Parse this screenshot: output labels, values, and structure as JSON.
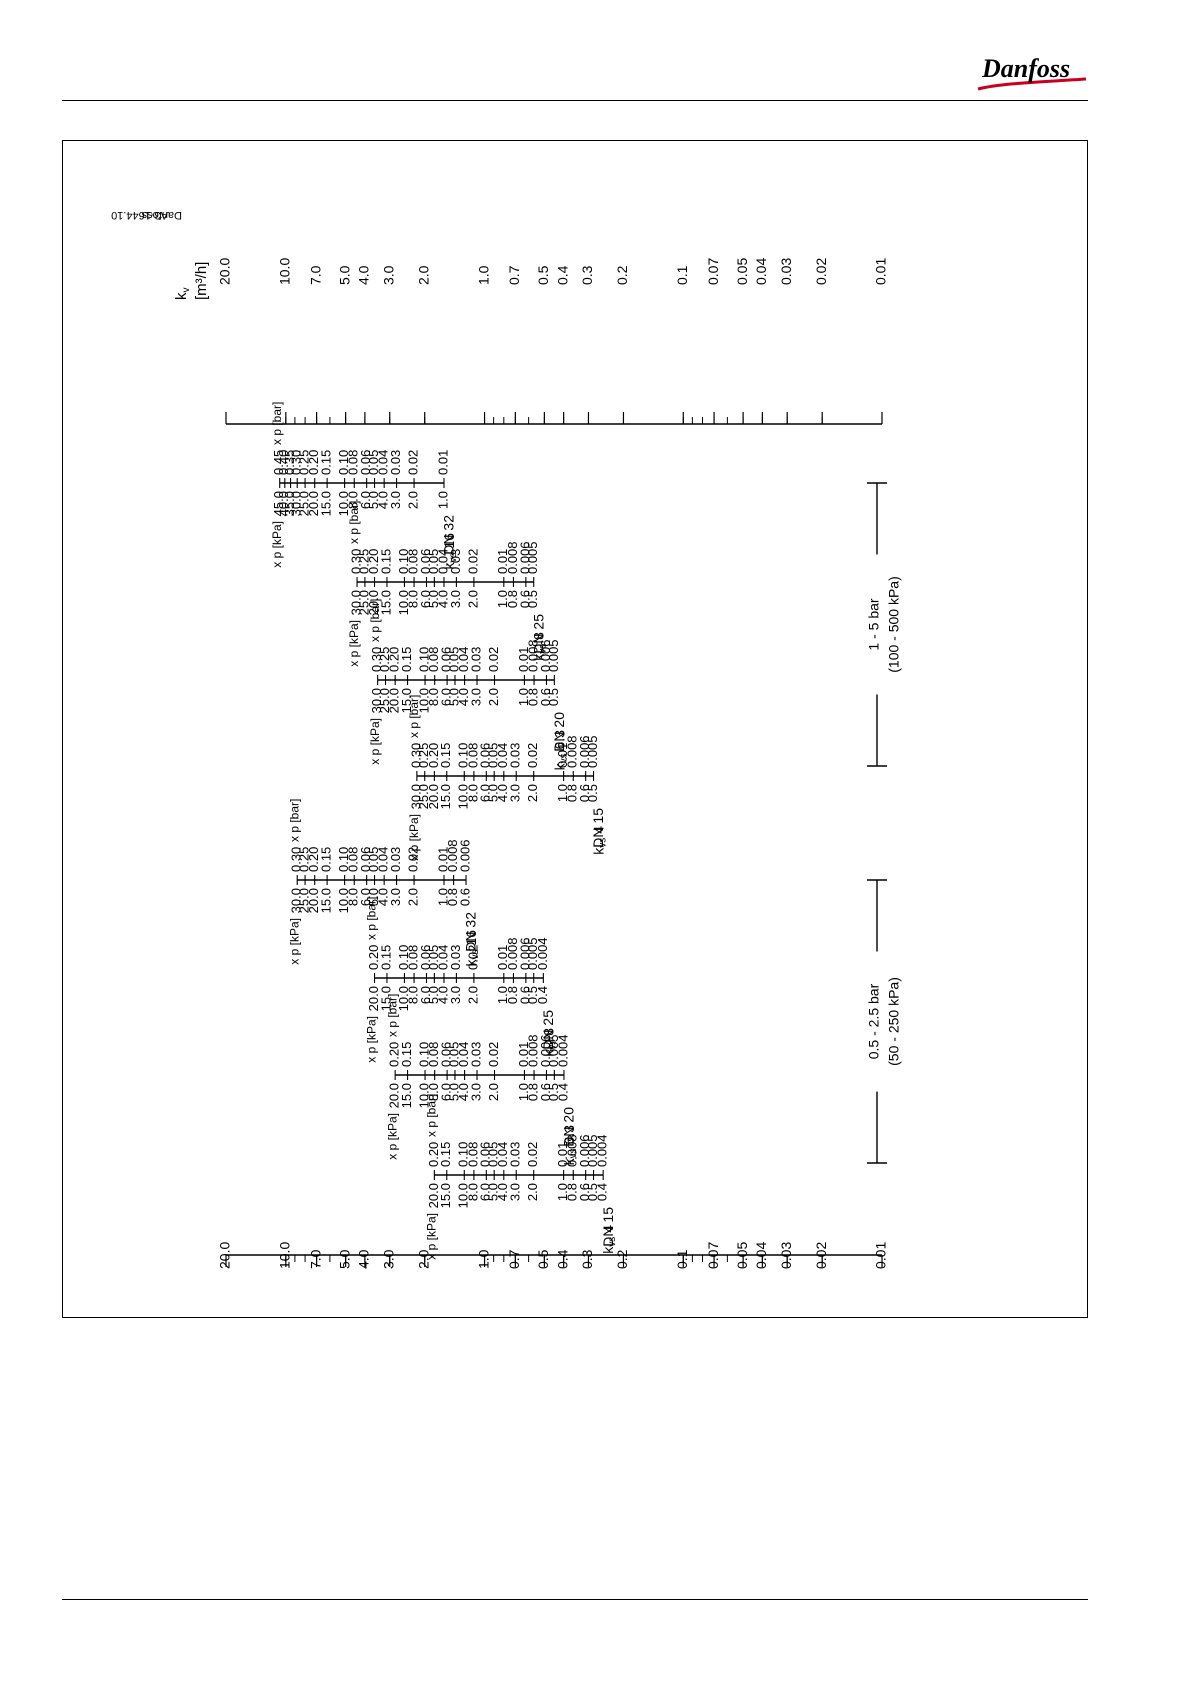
{
  "brand": {
    "logo_text": "Danfoss"
  },
  "chart_data": {
    "type": "nomogram",
    "orientation": "rotated-90-ccw",
    "drawing_reference": [
      "Danfoss",
      "A3-1644.10"
    ],
    "kv_axis": {
      "label": "k",
      "label_sub": "v",
      "unit": "[m³/h]",
      "scale": "log",
      "range": [
        0.01,
        20.0
      ],
      "ticks": [
        "20.0",
        "10.0",
        "7.0",
        "5.0",
        "4.0",
        "3.0",
        "2.0",
        "1.0",
        "0.7",
        "0.5",
        "0.4",
        "0.3",
        "0.2",
        "0.1",
        "0.07",
        "0.05",
        "0.04",
        "0.03",
        "0.02",
        "0.01"
      ]
    },
    "pressure_labels": {
      "kpa": "x p [kPa]",
      "bar": "x p [bar]"
    },
    "groups": [
      {
        "label": "0.5 - 2.5 bar",
        "sublabel": "(50 - 250 kPa)",
        "valves": [
          {
            "dn": "DN 15",
            "kvs_prefix": "k",
            "kvs_sub": "vs",
            "kvs": "4",
            "kpa": [
              "20.0",
              "15.0",
              "10.0",
              "8.0",
              "6.0",
              "5.0",
              "4.0",
              "3.0",
              "2.0",
              "1.0",
              "0.8",
              "0.6",
              "0.5",
              "0.4"
            ],
            "bar": [
              "0.20",
              "0.15",
              "0.10",
              "0.08",
              "0.06",
              "0.05",
              "0.04",
              "0.03",
              "0.02",
              "0.01",
              "0.008",
              "0.006",
              "0.005",
              "0.004"
            ]
          },
          {
            "dn": "DN 20",
            "kvs_prefix": "k",
            "kvs_sub": "vs",
            "kvs": "6.3",
            "kpa": [
              "20.0",
              "15.0",
              "10.0",
              "8.0",
              "6.0",
              "5.0",
              "4.0",
              "3.0",
              "2.0",
              "1.0",
              "0.8",
              "0.6",
              "0.5",
              "0.4"
            ],
            "bar": [
              "0.20",
              "0.15",
              "0.10",
              "0.08",
              "0.06",
              "0.05",
              "0.04",
              "0.03",
              "0.02",
              "0.01",
              "0.008",
              "0.006",
              "0.005",
              "0.004"
            ]
          },
          {
            "dn": "DN 25",
            "kvs_prefix": "k",
            "kvs_sub": "vs",
            "kvs": "8",
            "kpa": [
              "20.0",
              "15.0",
              "10.0",
              "8.0",
              "6.0",
              "5.0",
              "4.0",
              "3.0",
              "2.0",
              "1.0",
              "0.8",
              "0.6",
              "0.5",
              "0.4"
            ],
            "bar": [
              "0.20",
              "0.15",
              "0.10",
              "0.08",
              "0.06",
              "0.05",
              "0.04",
              "0.03",
              "0.02",
              "0.01",
              "0.008",
              "0.006",
              "0.005",
              "0.004"
            ]
          },
          {
            "dn": "DN 32",
            "kvs_prefix": "k",
            "kvs_sub": "vs",
            "kvs": "16",
            "kpa": [
              "30.0",
              "25.0",
              "20.0",
              "15.0",
              "10.0",
              "8.0",
              "6.0",
              "5.0",
              "4.0",
              "3.0",
              "2.0",
              "1.0",
              "0.8",
              "0.6"
            ],
            "bar": [
              "0.30",
              "0.25",
              "0.20",
              "0.15",
              "0.10",
              "0.08",
              "0.06",
              "0.05",
              "0.04",
              "0.03",
              "0.02",
              "0.01",
              "0.008",
              "0.006"
            ]
          }
        ]
      },
      {
        "label": "1 - 5 bar",
        "sublabel": "(100 - 500 kPa)",
        "valves": [
          {
            "dn": "DN 15",
            "kvs_prefix": "k",
            "kvs_sub": "vs",
            "kvs": "4",
            "kpa": [
              "30.0",
              "25.0",
              "20.0",
              "15.0",
              "10.0",
              "8.0",
              "6.0",
              "5.0",
              "4.0",
              "3.0",
              "2.0",
              "1.0",
              "0.8",
              "0.6",
              "0.5"
            ],
            "bar": [
              "0.30",
              "0.25",
              "0.20",
              "0.15",
              "0.10",
              "0.08",
              "0.06",
              "0.05",
              "0.04",
              "0.03",
              "0.02",
              "0.01",
              "0.008",
              "0.006",
              "0.005"
            ]
          },
          {
            "dn": "DN 20",
            "kvs_prefix": "k",
            "kvs_sub": "vs",
            "kvs": "6.3",
            "kpa": [
              "30.0",
              "25.0",
              "20.0",
              "15.0",
              "10.0",
              "8.0",
              "6.0",
              "5.0",
              "4.0",
              "3.0",
              "2.0",
              "1.0",
              "0.8",
              "0.6",
              "0.5"
            ],
            "bar": [
              "0.30",
              "0.25",
              "0.20",
              "0.15",
              "0.10",
              "0.08",
              "0.06",
              "0.05",
              "0.04",
              "0.03",
              "0.02",
              "0.01",
              "0.008",
              "0.006",
              "0.005"
            ]
          },
          {
            "dn": "DN 25",
            "kvs_prefix": "k",
            "kvs_sub": "vs",
            "kvs": "8",
            "kpa": [
              "30.0",
              "25.0",
              "20.0",
              "15.0",
              "10.0",
              "8.0",
              "6.0",
              "5.0",
              "4.0",
              "3.0",
              "2.0",
              "1.0",
              "0.8",
              "0.6",
              "0.5"
            ],
            "bar": [
              "0.30",
              "0.25",
              "0.20",
              "0.15",
              "0.10",
              "0.08",
              "0.06",
              "0.05",
              "0.04",
              "0.03",
              "0.02",
              "0.01",
              "0.008",
              "0.006",
              "0.005"
            ]
          },
          {
            "dn": "DN 32",
            "kvs_prefix": "k",
            "kvs_sub": "vs",
            "kvs": "16",
            "kpa": [
              "45.0",
              "40.0",
              "35.0",
              "30.0",
              "25.0",
              "20.0",
              "15.0",
              "10.0",
              "8.0",
              "6.0",
              "5.0",
              "4.0",
              "3.0",
              "2.0",
              "1.0"
            ],
            "bar": [
              "0.45",
              "0.40",
              "0.35",
              "0.30",
              "0.25",
              "0.20",
              "0.15",
              "0.10",
              "0.08",
              "0.06",
              "0.05",
              "0.04",
              "0.03",
              "0.02",
              "0.01"
            ]
          }
        ]
      }
    ]
  }
}
